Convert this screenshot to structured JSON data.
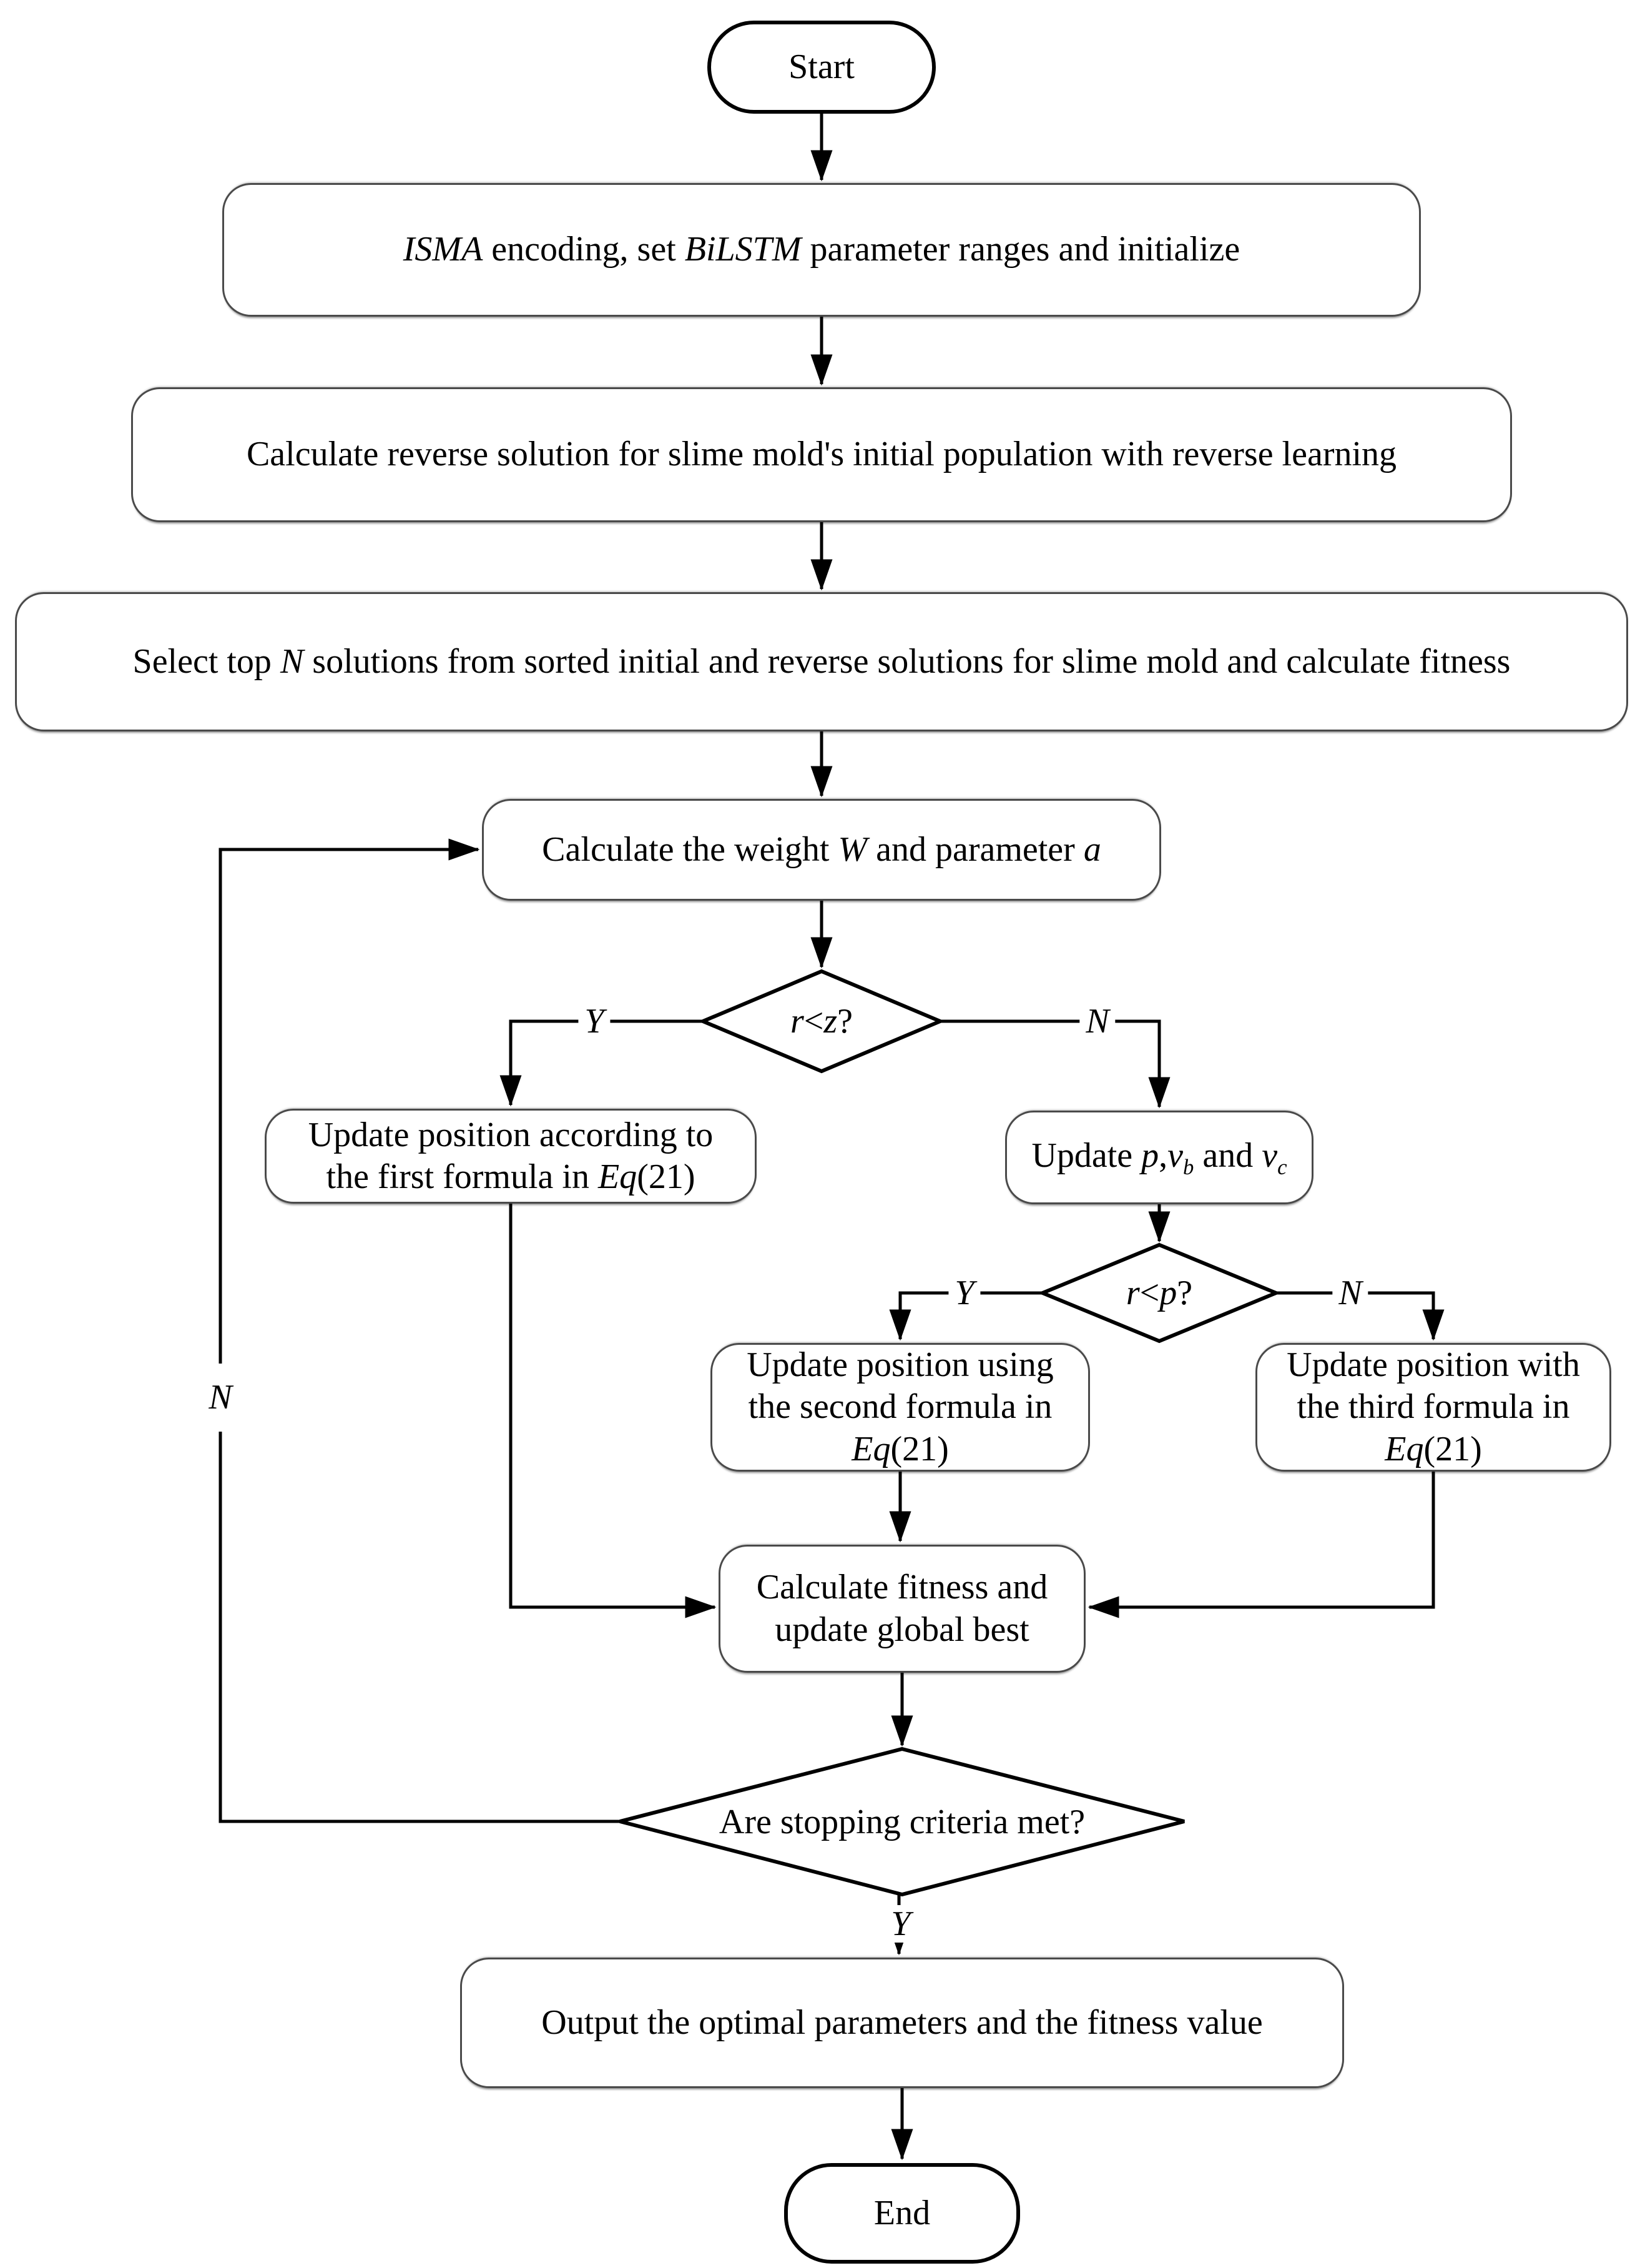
{
  "colors": {
    "background": "#ffffff",
    "line": "#000000",
    "box_border": "#4a4a4a",
    "text": "#000000"
  },
  "nodes": {
    "start": {
      "label": "Start"
    },
    "init": {
      "text": [
        {
          "t": "ISMA",
          "i": true
        },
        {
          "t": " encoding, set "
        },
        {
          "t": "BiLSTM",
          "i": true
        },
        {
          "t": " parameter ranges and initialize"
        }
      ]
    },
    "reverse": {
      "text": [
        {
          "t": "Calculate reverse solution for slime mold's initial population with reverse learning"
        }
      ]
    },
    "select": {
      "text": [
        {
          "t": "Select top "
        },
        {
          "t": "N",
          "i": true
        },
        {
          "t": " solutions from sorted initial and reverse solutions for slime mold and calculate fitness"
        }
      ]
    },
    "weight": {
      "text": [
        {
          "t": "Calculate the weight "
        },
        {
          "t": "W",
          "i": true
        },
        {
          "t": " and parameter "
        },
        {
          "t": "a",
          "i": true
        }
      ]
    },
    "decision_rz": {
      "text": [
        {
          "t": "r",
          "i": true
        },
        {
          "t": " < "
        },
        {
          "t": "z",
          "i": true
        },
        {
          "t": "?"
        }
      ]
    },
    "first_formula": {
      "line1": [
        {
          "t": "Update position according to"
        }
      ],
      "line2": [
        {
          "t": "the first formula in "
        },
        {
          "t": "Eq",
          "i": true
        },
        {
          "t": "(21)"
        }
      ]
    },
    "update_pvv": {
      "text": [
        {
          "t": "Update "
        },
        {
          "t": "p",
          "i": true
        },
        {
          "t": ","
        },
        {
          "t": "v",
          "i": true
        },
        {
          "t": "b",
          "i": true,
          "sub": true
        },
        {
          "t": " and "
        },
        {
          "t": "v",
          "i": true
        },
        {
          "t": "c",
          "i": true,
          "sub": true
        }
      ]
    },
    "decision_rp": {
      "text": [
        {
          "t": "r",
          "i": true
        },
        {
          "t": " < "
        },
        {
          "t": "p",
          "i": true
        },
        {
          "t": "?"
        }
      ]
    },
    "second_formula": {
      "line1": [
        {
          "t": "Update position using"
        }
      ],
      "line2": [
        {
          "t": "the second formula in"
        }
      ],
      "line3": [
        {
          "t": "Eq",
          "i": true
        },
        {
          "t": "(21)"
        }
      ]
    },
    "third_formula": {
      "line1": [
        {
          "t": "Update position with"
        }
      ],
      "line2": [
        {
          "t": "the third formula in"
        }
      ],
      "line3": [
        {
          "t": "Eq",
          "i": true
        },
        {
          "t": "(21)"
        }
      ]
    },
    "fitness": {
      "line1": [
        {
          "t": "Calculate fitness and"
        }
      ],
      "line2": [
        {
          "t": "update global best"
        }
      ]
    },
    "decision_stop": {
      "text": [
        {
          "t": "Are stopping criteria met?"
        }
      ]
    },
    "output": {
      "text": [
        {
          "t": "Output the optimal parameters and the fitness value"
        }
      ]
    },
    "end": {
      "label": "End"
    }
  },
  "branch_labels": {
    "rz_yes": "Y",
    "rz_no": "N",
    "rp_yes": "Y",
    "rp_no": "N",
    "stop_yes": "Y",
    "stop_no": "N"
  }
}
